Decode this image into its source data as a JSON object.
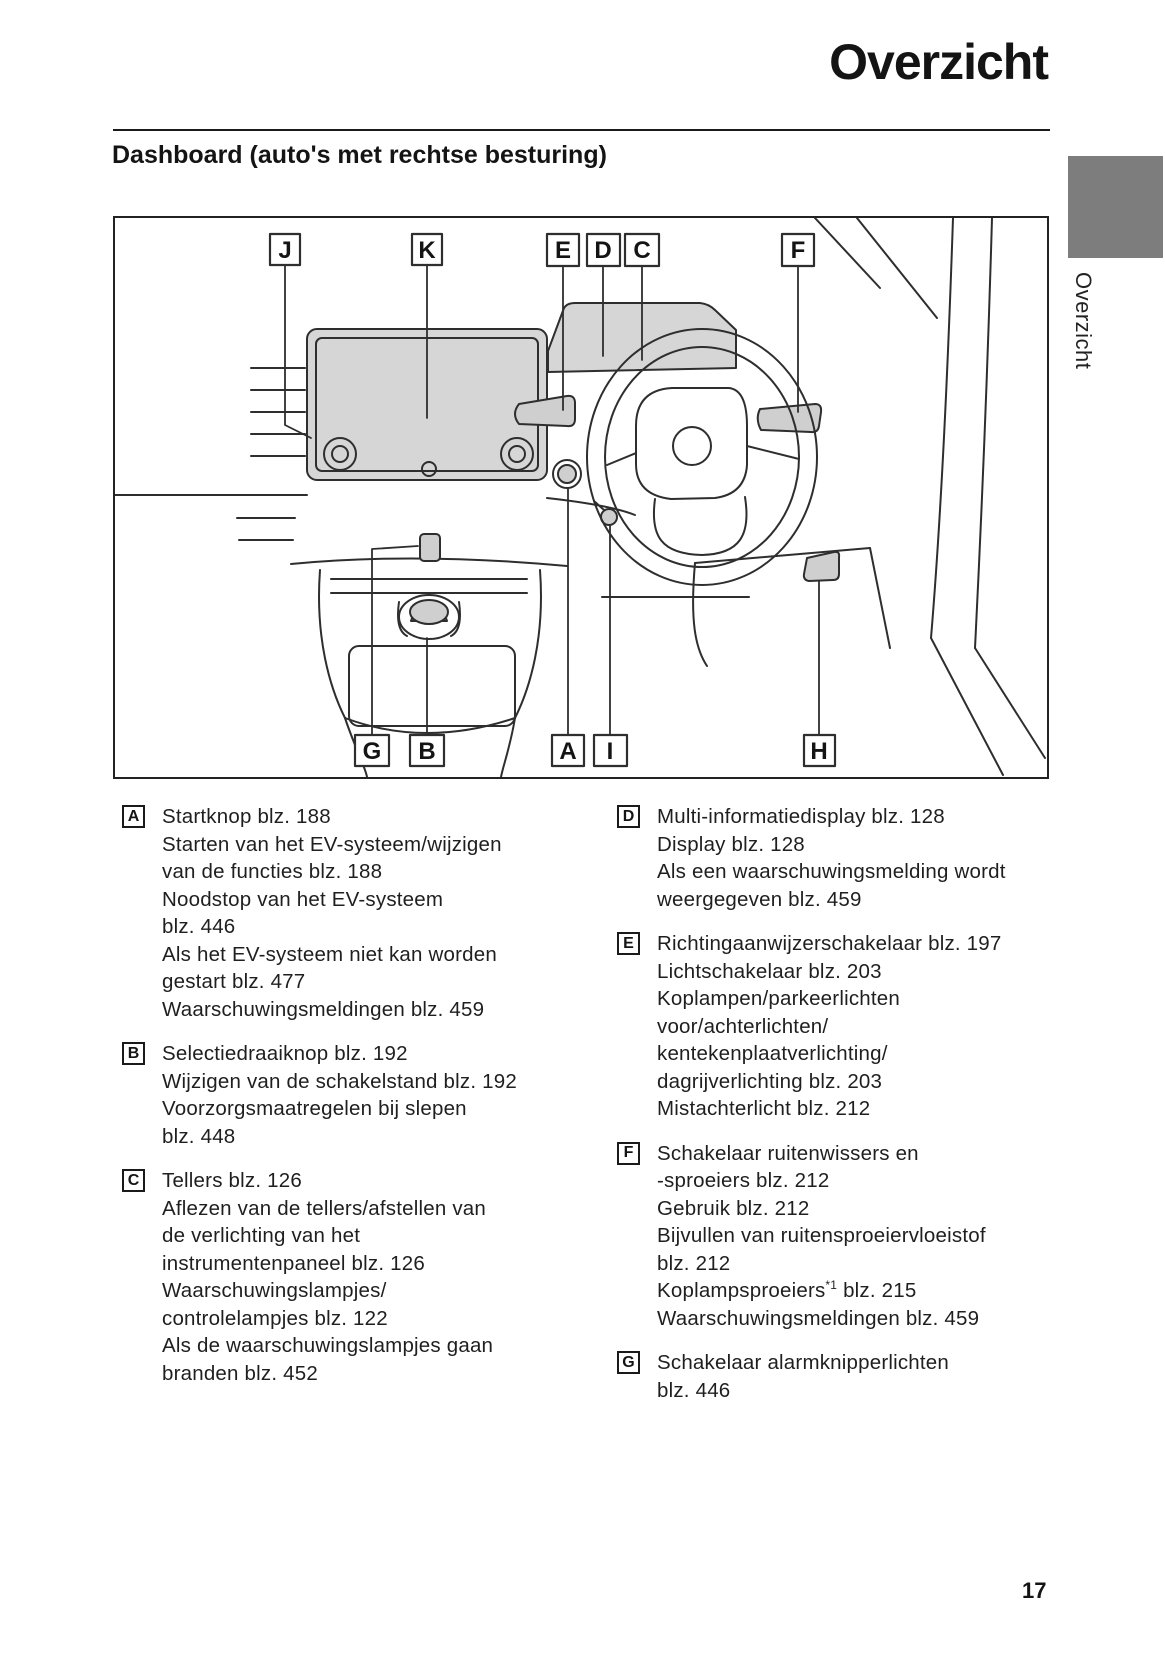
{
  "page": {
    "title": "Overzicht",
    "section_heading": "Dashboard (auto's met rechtse besturing)",
    "side_tab_label": "Overzicht",
    "page_number": "17",
    "tab_color": "#7d7d7d"
  },
  "diagram": {
    "description": "dashboard line drawing, right-hand drive",
    "top_labels": [
      "J",
      "K",
      "E",
      "D",
      "C",
      "F"
    ],
    "bottom_labels": [
      "G",
      "B",
      "A",
      "I",
      "H"
    ]
  },
  "legend": {
    "left": [
      {
        "letter": "A",
        "lines": [
          "Startknop blz. 188",
          "Starten van het EV-systeem/wijzigen",
          "van de functies blz. 188",
          "Noodstop van het EV-systeem",
          "blz. 446",
          "Als het EV-systeem niet kan worden",
          "gestart blz. 477",
          "Waarschuwingsmeldingen blz. 459"
        ]
      },
      {
        "letter": "B",
        "lines": [
          "Selectiedraaiknop blz. 192",
          "Wijzigen van de schakelstand blz. 192",
          "Voorzorgsmaatregelen bij slepen",
          "blz. 448"
        ]
      },
      {
        "letter": "C",
        "lines": [
          "Tellers blz. 126",
          "Aflezen van de tellers/afstellen van",
          "de verlichting van het",
          "instrumentenpaneel blz. 126",
          "Waarschuwingslampjes/",
          "controlelampjes blz. 122",
          "Als de waarschuwingslampjes gaan",
          "branden blz. 452"
        ]
      }
    ],
    "right": [
      {
        "letter": "D",
        "lines": [
          "Multi-informatiedisplay blz. 128",
          "Display blz. 128",
          "Als een waarschuwingsmelding wordt",
          "weergegeven blz. 459"
        ]
      },
      {
        "letter": "E",
        "lines": [
          "Richtingaanwijzerschakelaar blz. 197",
          "Lichtschakelaar blz. 203",
          "Koplampen/parkeerlichten",
          "voor/achterlichten/",
          "kentekenplaatverlichting/",
          "dagrijverlichting blz. 203",
          "Mistachterlicht blz. 212"
        ]
      },
      {
        "letter": "F",
        "lines": [
          "Schakelaar ruitenwissers en",
          "-sproeiers blz. 212",
          "Gebruik blz. 212",
          "Bijvullen van ruitensproeiervloeistof",
          "blz. 212",
          {
            "pre": "Koplampsproeiers",
            "sup": "*1",
            "post": " blz. 215"
          },
          "Waarschuwingsmeldingen blz. 459"
        ]
      },
      {
        "letter": "G",
        "lines": [
          "Schakelaar alarmknipperlichten",
          "blz. 446"
        ]
      }
    ]
  }
}
